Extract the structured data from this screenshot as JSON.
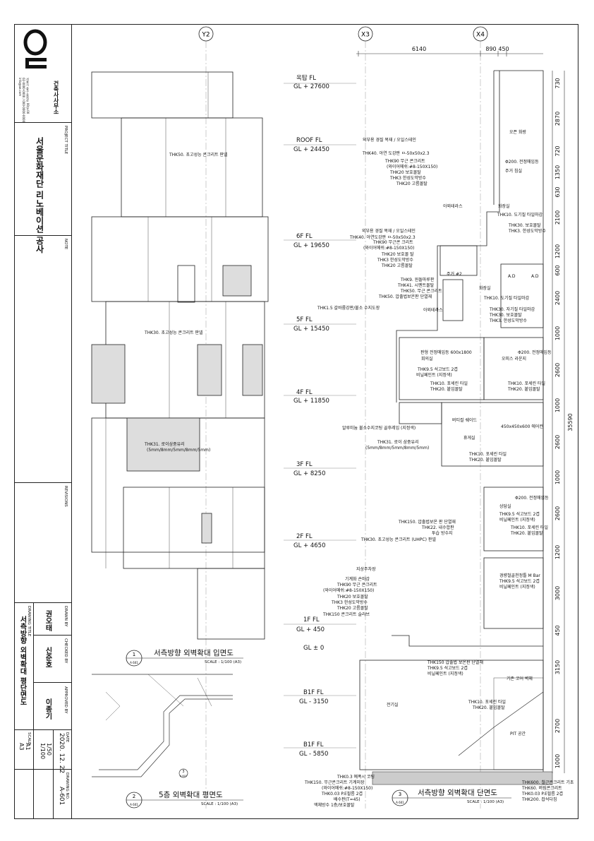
{
  "title_block": {
    "office_name": "건축사사무소",
    "office_info": "서울시 중구 을지로 00길 00\n02-0000-0000 / 000-0000-0000\ninfo@oe.com",
    "project_title_label": "PROJECT TITLE",
    "project_title": "서울문화재단 리노베이션 공사",
    "note_label": "NOTE",
    "revisions_label": "REVISIONS",
    "drawing_title_label": "DRAWING TITLE",
    "drawing_title": "서측방향 외벽확대 평단면도",
    "drawn_by_label": "DRAWN BY",
    "drawn_by": "권오태",
    "checked_by_label": "CHECKED BY",
    "checked_by": "신준호",
    "approved_by_label": "APPROVED BY",
    "approved_by": "이종기",
    "scale_label": "SCALE",
    "scale_sheet": "A1\nA3",
    "scale_value": "1/50\n1/100",
    "date_label": "DATE",
    "date": "2020. 12. 22",
    "drawing_no_label": "DRAWING NO.",
    "drawing_no": "A-601"
  },
  "grid_bubbles": [
    "Y2",
    "X3",
    "X4"
  ],
  "top_dims": [
    "6140",
    "890",
    "450"
  ],
  "levels": [
    {
      "name": "옥탑 FL",
      "value": "GL + 27600"
    },
    {
      "name": "ROOF FL",
      "value": "GL + 24450"
    },
    {
      "name": "6F FL",
      "value": "GL + 19650"
    },
    {
      "name": "5F FL",
      "value": "GL + 15450"
    },
    {
      "name": "4F FL",
      "value": "GL + 11850"
    },
    {
      "name": "3F FL",
      "value": "GL + 8250"
    },
    {
      "name": "2F FL",
      "value": "GL + 4650"
    },
    {
      "name": "1F FL",
      "value": "GL + 450"
    },
    {
      "name": "",
      "value": "GL ± 0"
    },
    {
      "name": "B1F FL",
      "value": "GL - 3150"
    },
    {
      "name": "B1F FL",
      "value": "GL - 5850"
    }
  ],
  "right_dims": [
    "730",
    "2870",
    "720",
    "1350",
    "630",
    "2100",
    "1200",
    "600",
    "2400",
    "1000",
    "2600",
    "1000",
    "2600",
    "1000",
    "2600",
    "1200",
    "3000",
    "450",
    "3150",
    "2700",
    "1000"
  ],
  "total_dim": "35590",
  "elevation_notes": [
    "THK50. 초고성능 콘크리트 판넬",
    "THK30. 초고성능 콘크리트 판넬",
    "THK31. 로이삼중유리",
    "(5mm/8mm/5mm/8mm/5mm)"
  ],
  "section_notes": {
    "roof": [
      "외부용 경질 목재 / 오일스테인",
      "THK40. 아연 도강판 ㅁ-50x50x2.3",
      "THK90 무근 콘크리트",
      "(와이어메쉬:#8-150X150)",
      "THK20 보호몰탈",
      "THK3 한성도막방수",
      "THK20 고름몰탈"
    ],
    "f6": [
      "외부용 경질 목재 / 오일스테인",
      "THK40. 아연도강판 ㅁ-50x50x2.3",
      "THK90 무근콘 크리트",
      "(와이어메쉬:#8-150X150)",
      "THK20 보호몰 탈",
      "THK3 한성도막방수",
      "THK20 고름몰탈"
    ],
    "f5": [
      "THK9. 윈돌마루판",
      "THK41. 시멘트몰탈",
      "THK50. 무근 콘크리트",
      "THK50. 압출법보온판 단열재",
      "THK1.5 갈바륨강판/불소 수지도장"
    ],
    "f4": [
      "알루미늄 불소수지코팅 골후레임 (지정색)",
      "THK31. 로이 삼중유리",
      "(5mm/8mm/5mm/8mm/5mm)"
    ],
    "f2": [
      "THK150. 압출법보온 판 단열재",
      "THK22. 내수합판",
      "투습 방수지",
      "THK30. 초고성능 콘크리트 (UHPC) 판넬"
    ],
    "f1": [
      "기계화 손마감",
      "THK90 무근 콘크리트",
      "(와이어메쉬:#8-150X150)",
      "THK20 보호몰탈",
      "THK3 한성도막방수",
      "THK20 고름몰탈",
      "THK150 콘크리트 슬라브"
    ],
    "b1": [
      "THK0.3 예폭시 코팅",
      "THK150. 무근콘크리트 기계미장",
      "(와이어메쉬:#8-150X150)",
      "THK0.03 P.E필름 2겹",
      "배수판(T=45)",
      "액체방수 1층/보호몰탈"
    ]
  },
  "rooms": [
    "오픈 화랑",
    "주거 침실",
    "화장실",
    "아외테라스",
    "주거 #2",
    "화장실",
    "아외테라스",
    "A.D",
    "A.D",
    "회의실",
    "오피스 라운지",
    "버티컬 쉐이드",
    "휴게실",
    "상담실",
    "지상주차장",
    "전기실",
    "PIT 공간"
  ],
  "room_notes": [
    "Φ200. 전정매입등",
    "THK10. 도기질 타일마감",
    "THK30. 보호몰탈",
    "THK3. 한성도막방수",
    "THK10. 도기질 타일마감",
    "THK30. 자기질 타일마감",
    "THK30. 보호몰탈",
    "THK3. 한성도막방수",
    "판형 전정매입등 600x1800",
    "Φ200. 전정매입등",
    "THK9.5 석고보드 2겹",
    "비닐페인트 (지정색)",
    "THK10. 포세린 타일",
    "THK20. 붙임몰탈",
    "THK10. 포세린 타일",
    "THK20. 붙임몰탈",
    "450x450x600 에어컨",
    "THK10. 포세린 타일",
    "THK20. 붙임몰탈",
    "Φ200. 전정매입등",
    "THK9.5 석고보드 2겹",
    "비닐페인트 (지정색)",
    "THK10. 포세린 타일",
    "THK20. 붙임몰탈",
    "경량철골천정틀 M Bar",
    "THK9.5 석고보드 2겹",
    "비닐페인트 (지정색)",
    "THK150 압출법 보온판 단열재",
    "THK9.5 석고보드 2겹",
    "비닐페인트 (지정색)",
    "기존 코어 벽체",
    "THK10. 포세린 타일",
    "THK20. 붙임몰탈",
    "THK600. 철근콘크리트 기초",
    "THK60. 버림콘크리트",
    "THK0.03 P.E필름 2겹",
    "THK200. 잡석다짐"
  ],
  "drawing_titles": [
    {
      "num": "1",
      "ref": "A 601",
      "title": "서측방향 외벽확대 입면도",
      "scale": "SCALE : 1/100 (A3)"
    },
    {
      "num": "2",
      "ref": "A 601",
      "title": "5층 외벽확대 평면도",
      "scale": "SCALE : 1/100 (A3)"
    },
    {
      "num": "3",
      "ref": "A 601",
      "title": "서측방향 외벽확대 단면도",
      "scale": "SCALE : 1/100 (A3)"
    }
  ],
  "section_marker": {
    "num": "3",
    "ref": "A 601"
  }
}
